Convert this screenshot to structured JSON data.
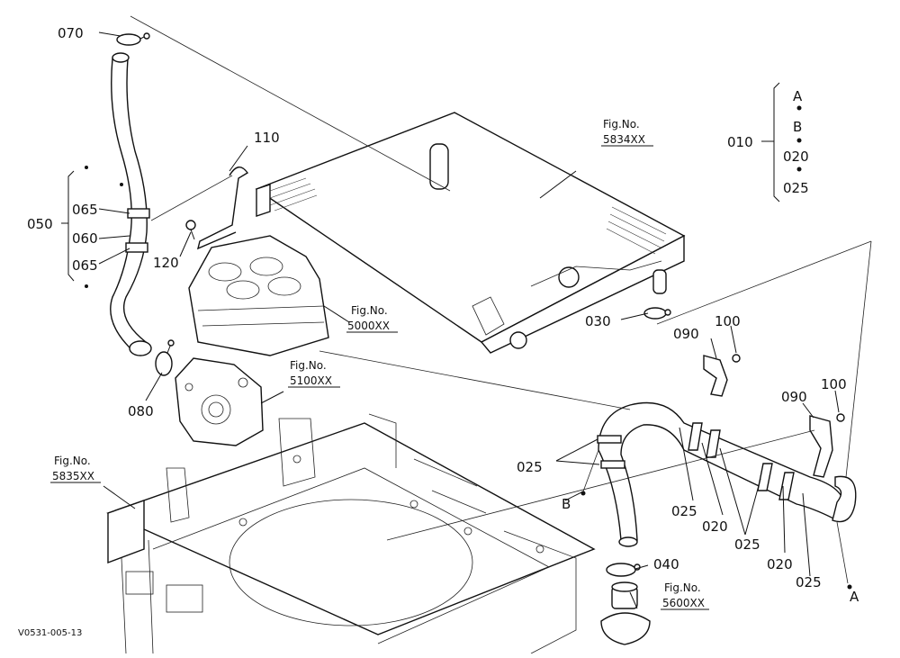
{
  "labels": {
    "p070": "070",
    "p110": "110",
    "p050": "050",
    "p065a": "065",
    "p060": "060",
    "p065b": "065",
    "p120": "120",
    "p080": "080",
    "p010": "010",
    "pA_top": "A",
    "pB_top": "B",
    "p020_top": "020",
    "p025_top": "025",
    "p030": "030",
    "p090a": "090",
    "p100a": "100",
    "p090b": "090",
    "p100b": "100",
    "p025_left": "025",
    "pB": "B",
    "p025_m1": "025",
    "p020_m1": "020",
    "p025_m2": "025",
    "p020_m2": "020",
    "p025_m3": "025",
    "p040": "040",
    "pA": "A"
  },
  "figrefs": {
    "f5834_a": "Fig.No.",
    "f5834_b": "5834XX",
    "f5000_a": "Fig.No.",
    "f5000_b": "5000XX",
    "f5100_a": "Fig.No.",
    "f5100_b": "5100XX",
    "f5835_a": "Fig.No.",
    "f5835_b": "5835XX",
    "f5600_a": "Fig.No.",
    "f5600_b": "5600XX"
  },
  "footer": {
    "code": "V0531-005-13"
  }
}
